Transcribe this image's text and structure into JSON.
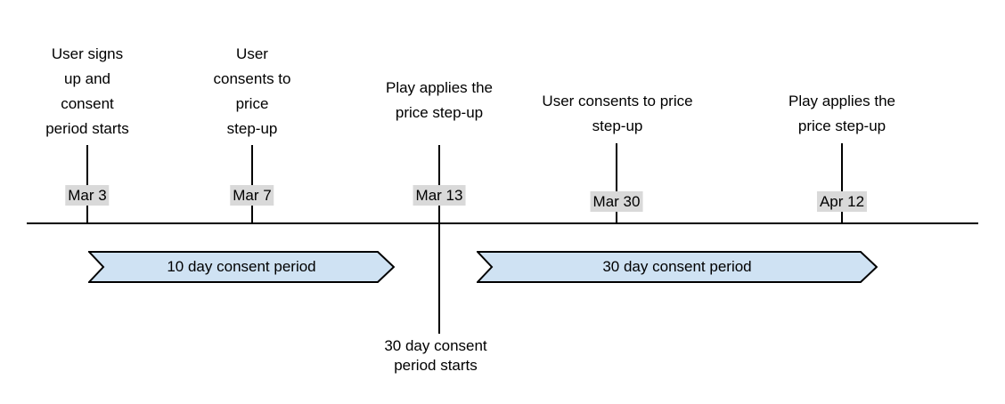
{
  "timeline": {
    "events": [
      {
        "date": "Mar 3",
        "label": "User signs\nup and\nconsent\nperiod starts"
      },
      {
        "date": "Mar 7",
        "label": "User\nconsents to\nprice\nstep-up"
      },
      {
        "date": "Mar 13",
        "label": "Play applies the\nprice step-up"
      },
      {
        "date": "Mar 30",
        "label": "User consents to price\nstep-up"
      },
      {
        "date": "Apr 12",
        "label": "Play applies the\nprice step-up"
      }
    ],
    "periods": [
      {
        "label": "10 day consent period"
      },
      {
        "label": "30 day consent period"
      }
    ],
    "note": "30 day consent\nperiod starts",
    "colors": {
      "period_fill": "#cfe2f3",
      "period_border": "#000000",
      "date_badge_bg": "#d9d9d9",
      "line": "#000000",
      "text": "#000000",
      "background": "#ffffff"
    }
  }
}
